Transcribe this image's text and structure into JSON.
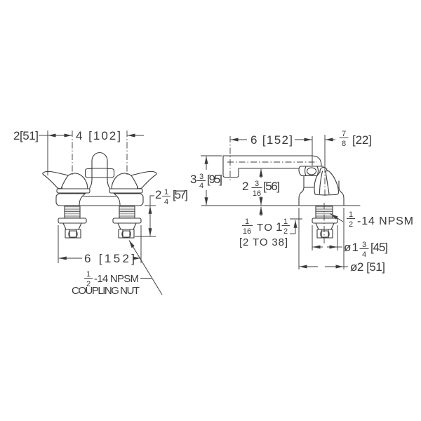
{
  "front": {
    "handle_offset": "2[51]",
    "handle_spread": "4 [102]",
    "shank_drop": {
      "int": "2",
      "num": "1",
      "den": "4",
      "mm": "[57]"
    },
    "overall_width": "6 [152]",
    "coupling_note": {
      "num": "1",
      "den": "2",
      "suffix": "-14 NPSM",
      "line2": "COUPLING NUT"
    }
  },
  "side": {
    "spout_reach": "6 [152]",
    "handle_setback": {
      "num": "7",
      "den": "8",
      "mm": "[22]"
    },
    "spout_height": {
      "int": "3",
      "num": "3",
      "den": "4",
      "mm": "[95]"
    },
    "spout_clearance": {
      "int": "2",
      "num": "3",
      "den": "16",
      "mm": "[56]"
    },
    "deck_range": {
      "num1": "1",
      "den1": "16",
      "to": "TO",
      "int2": "1",
      "num2": "1",
      "den2": "2",
      "line2": "[2 TO 38]"
    },
    "thread_note": {
      "num": "1",
      "den": "2",
      "suffix": "-14 NPSM"
    },
    "shank_diameter": {
      "prefix": "ø1",
      "num": "3",
      "den": "4",
      "mm": "[45]"
    },
    "base_diameter": "ø2 [51]"
  }
}
